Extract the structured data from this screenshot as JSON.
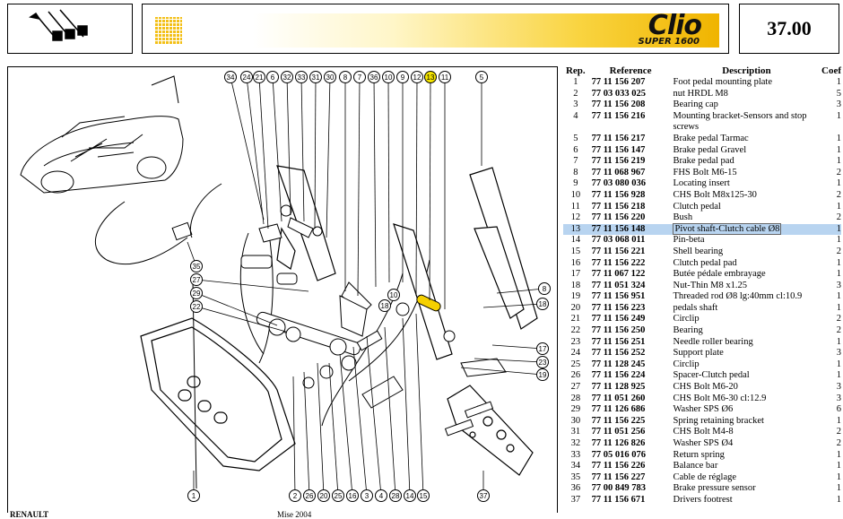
{
  "header": {
    "brand_name": "Clio",
    "brand_sub": "SUPER 1600",
    "page_number": "37.00"
  },
  "diagram": {
    "callouts_top": [
      "34",
      "24",
      "21",
      "6",
      "32",
      "33",
      "31",
      "30",
      "8",
      "7",
      "36",
      "10",
      "9",
      "12",
      "13",
      "11",
      "5"
    ],
    "highlighted_callout": "13",
    "callouts_right": [
      "8",
      "17",
      "23",
      "19",
      "18"
    ],
    "callouts_left": [
      "35",
      "27",
      "29",
      "22"
    ],
    "callouts_bottom": [
      "1",
      "2",
      "26",
      "20",
      "25",
      "16",
      "3",
      "4",
      "28",
      "14",
      "15",
      "37"
    ],
    "callouts_mid": [
      "10",
      "18"
    ],
    "footer_left": "RENAULT",
    "footer_center": "Mise 2004"
  },
  "table": {
    "headers": {
      "rep": "Rep.",
      "reference": "Reference",
      "description": "Description",
      "coef": "Coef"
    },
    "rows": [
      {
        "rep": "1",
        "ref": "77 11 156 207",
        "desc": "Foot pedal mounting plate",
        "coef": "1"
      },
      {
        "rep": "2",
        "ref": "77 03 033 025",
        "desc": "nut HRDL M8",
        "coef": "5"
      },
      {
        "rep": "3",
        "ref": "77 11 156 208",
        "desc": "Bearing cap",
        "coef": "3"
      },
      {
        "rep": "4",
        "ref": "77 11 156 216",
        "desc": "Mounting bracket-Sensors and stop screws",
        "coef": "1"
      },
      {
        "rep": "5",
        "ref": "77 11 156 217",
        "desc": "Brake pedal Tarmac",
        "coef": "1"
      },
      {
        "rep": "6",
        "ref": "77 11 156 147",
        "desc": "Brake pedal Gravel",
        "coef": "1"
      },
      {
        "rep": "7",
        "ref": "77 11 156 219",
        "desc": "Brake pedal pad",
        "coef": "1"
      },
      {
        "rep": "8",
        "ref": "77 11 068 967",
        "desc": "FHS Bolt M6-15",
        "coef": "2"
      },
      {
        "rep": "9",
        "ref": "77 03 080 036",
        "desc": "Locating insert",
        "coef": "1"
      },
      {
        "rep": "10",
        "ref": "77 11 156 928",
        "desc": "CHS Bolt M8x125-30",
        "coef": "2"
      },
      {
        "rep": "11",
        "ref": "77 11 156 218",
        "desc": "Clutch pedal",
        "coef": "1"
      },
      {
        "rep": "12",
        "ref": "77 11 156 220",
        "desc": "Bush",
        "coef": "2"
      },
      {
        "rep": "13",
        "ref": "77 11 156 148",
        "desc": "Pivot shaft-Clutch cable Ø8",
        "coef": "1",
        "highlight": true
      },
      {
        "rep": "14",
        "ref": "77 03 068 011",
        "desc": "Pin-beta",
        "coef": "1"
      },
      {
        "rep": "15",
        "ref": "77 11 156 221",
        "desc": "Shell bearing",
        "coef": "2"
      },
      {
        "rep": "16",
        "ref": "77 11 156 222",
        "desc": "Clutch pedal pad",
        "coef": "1"
      },
      {
        "rep": "17",
        "ref": "77 11 067 122",
        "desc": "Butée pédale embrayage",
        "coef": "1"
      },
      {
        "rep": "18",
        "ref": "77 11 051 324",
        "desc": "Nut-Thin M8 x1.25",
        "coef": "3"
      },
      {
        "rep": "19",
        "ref": "77 11 156 951",
        "desc": "Threaded rod Ø8 lg:40mm cl:10.9",
        "coef": "1"
      },
      {
        "rep": "20",
        "ref": "77 11 156 223",
        "desc": "pedals shaft",
        "coef": "1"
      },
      {
        "rep": "21",
        "ref": "77 11 156 249",
        "desc": "Circlip",
        "coef": "2"
      },
      {
        "rep": "22",
        "ref": "77 11 156 250",
        "desc": "Bearing",
        "coef": "2"
      },
      {
        "rep": "23",
        "ref": "77 11 156 251",
        "desc": "Needle roller bearing",
        "coef": "1"
      },
      {
        "rep": "24",
        "ref": "77 11 156 252",
        "desc": "Support plate",
        "coef": "3"
      },
      {
        "rep": "25",
        "ref": "77 11 128 245",
        "desc": "Circlip",
        "coef": "1"
      },
      {
        "rep": "26",
        "ref": "77 11 156 224",
        "desc": "Spacer-Clutch pedal",
        "coef": "1"
      },
      {
        "rep": "27",
        "ref": "77 11 128 925",
        "desc": "CHS Bolt M6-20",
        "coef": "3"
      },
      {
        "rep": "28",
        "ref": "77 11 051 260",
        "desc": "CHS Bolt M6-30 cl:12.9",
        "coef": "3"
      },
      {
        "rep": "29",
        "ref": "77 11 126 686",
        "desc": "Washer SPS Ø6",
        "coef": "6"
      },
      {
        "rep": "30",
        "ref": "77 11 156 225",
        "desc": "Spring retaining bracket",
        "coef": "1"
      },
      {
        "rep": "31",
        "ref": "77 11 051 256",
        "desc": "CHS Bolt M4-8",
        "coef": "2"
      },
      {
        "rep": "32",
        "ref": "77 11 126 826",
        "desc": "Washer SPS Ø4",
        "coef": "2"
      },
      {
        "rep": "33",
        "ref": "77 05 016 076",
        "desc": "Return spring",
        "coef": "1"
      },
      {
        "rep": "34",
        "ref": "77 11 156 226",
        "desc": "Balance bar",
        "coef": "1"
      },
      {
        "rep": "35",
        "ref": "77 11 156 227",
        "desc": "Cable de réglage",
        "coef": "1"
      },
      {
        "rep": "36",
        "ref": "77 00 849 783",
        "desc": "Brake pressure sensor",
        "coef": "1"
      },
      {
        "rep": "37",
        "ref": "77 11 156 671",
        "desc": "Drivers footrest",
        "coef": "1"
      }
    ]
  }
}
